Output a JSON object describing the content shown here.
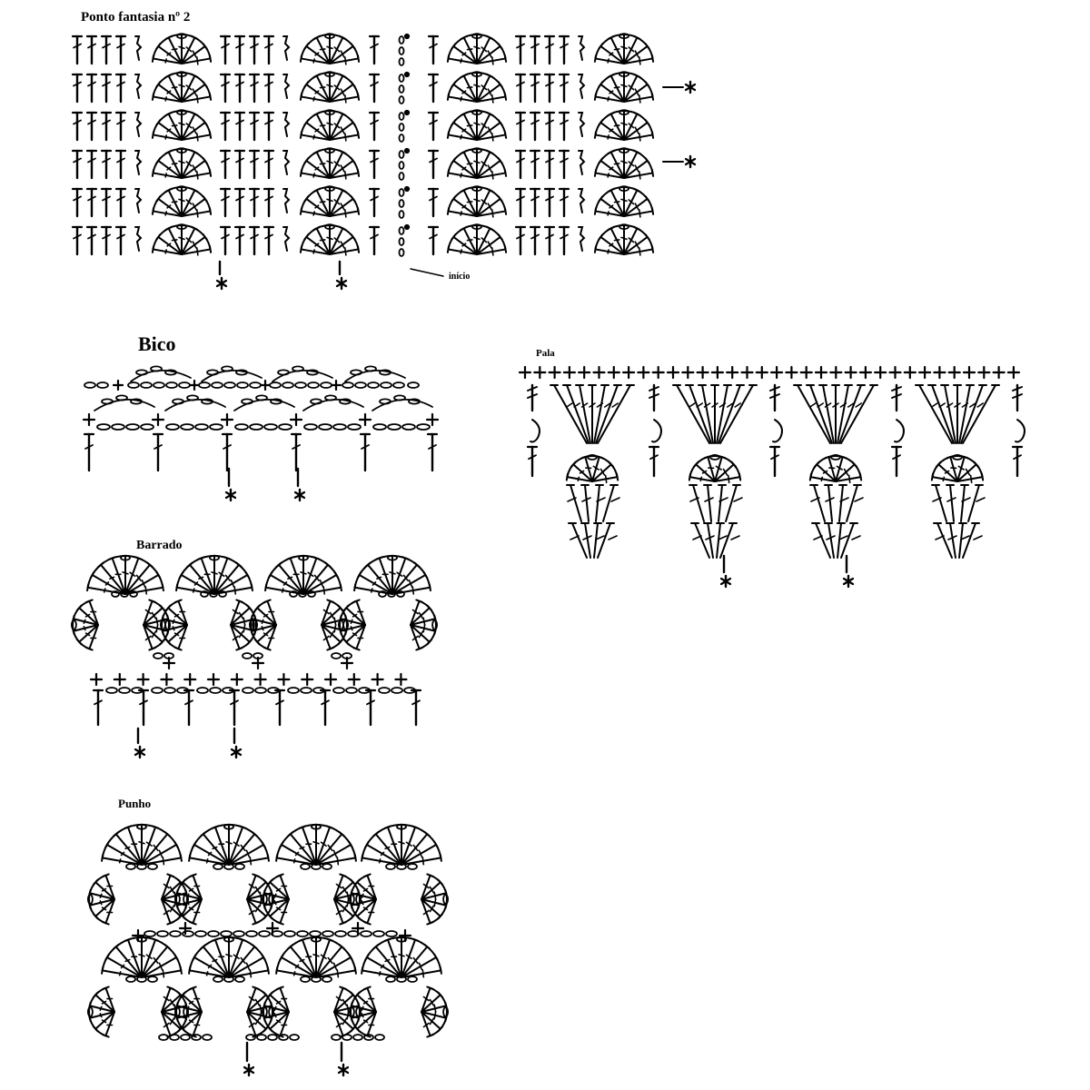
{
  "titles": {
    "ponto_fantasia": "Ponto fantasia nº 2",
    "bico": "Bico",
    "pala": "Pala",
    "barrado": "Barrado",
    "punho": "Punho"
  },
  "annotations": {
    "start_label": "início",
    "repeat_marker": "*"
  },
  "colors": {
    "ink": "#000000",
    "background": "#ffffff"
  },
  "symbols": [
    "chain-stitch",
    "single-crochet",
    "double-crochet",
    "treble-crochet",
    "fan-shell",
    "slip-stitch",
    "repeat-asterisk"
  ]
}
